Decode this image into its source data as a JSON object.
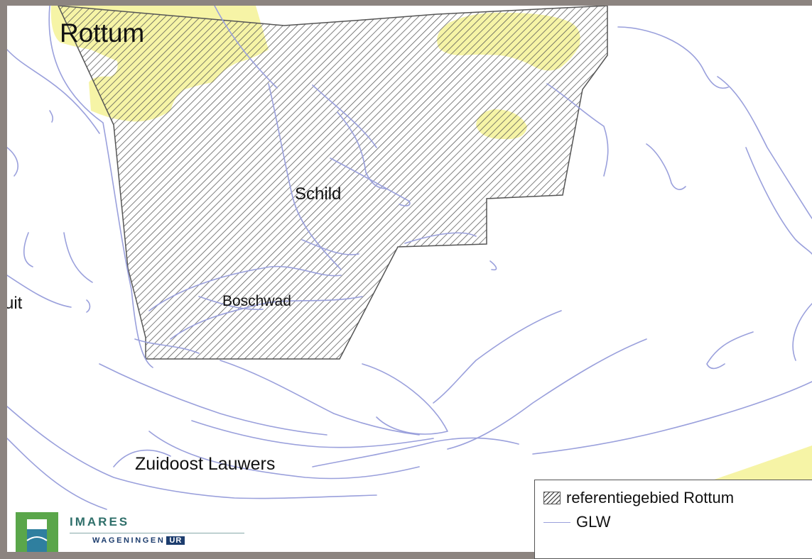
{
  "map": {
    "labels": {
      "rottum": "Rottum",
      "schild": "Schild",
      "boschwad": "Boschwad",
      "zuidoost_lauwers": "Zuidoost Lauwers",
      "partial_left": "uit"
    },
    "colors": {
      "background": "#8c8480",
      "land": "#f6f4a6",
      "glw_line": "#9aa0dc",
      "hatch": "#555555"
    }
  },
  "legend": {
    "items": [
      {
        "symbol": "hatch-swatch",
        "label": "referentiegebied Rottum"
      },
      {
        "symbol": "line-swatch",
        "label": "GLW"
      }
    ]
  },
  "logo": {
    "name": "IMARES",
    "sub_name": "WAGENINGEN",
    "sub_badge": "UR"
  }
}
